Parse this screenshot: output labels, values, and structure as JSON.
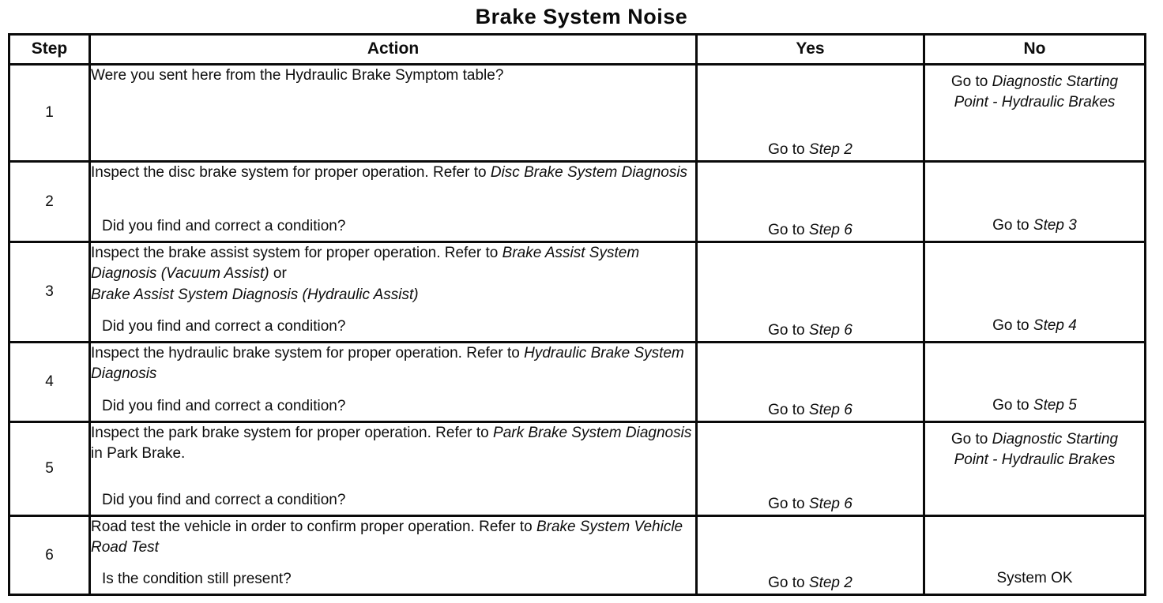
{
  "title": "Brake System Noise",
  "columns": [
    "Step",
    "Action",
    "Yes",
    "No"
  ],
  "rows": [
    {
      "step": "1",
      "action_blocks": [
        [
          {
            "t": "Were you sent here from the Hydraulic Brake Symptom table?"
          }
        ]
      ],
      "question": "",
      "yes": [
        {
          "t": "Go to "
        },
        {
          "t": "Step 2",
          "i": true
        }
      ],
      "no": [
        {
          "t": "Go to "
        },
        {
          "t": "Diagnostic Starting Point - Hydraulic Brakes",
          "i": true
        }
      ],
      "no_align": "top"
    },
    {
      "step": "2",
      "action_blocks": [
        [
          {
            "t": "Inspect the disc brake system for proper operation. Refer to "
          },
          {
            "t": "Disc Brake System Diagnosis",
            "i": true
          }
        ]
      ],
      "question": "Did you find and correct a condition?",
      "yes": [
        {
          "t": "Go to "
        },
        {
          "t": "Step 6",
          "i": true
        }
      ],
      "no": [
        {
          "t": "Go to "
        },
        {
          "t": "Step 3",
          "i": true
        }
      ],
      "no_align": "bottom"
    },
    {
      "step": "3",
      "action_blocks": [
        [
          {
            "t": "Inspect the brake assist system for proper operation. Refer to "
          },
          {
            "t": "Brake Assist System Diagnosis (Vacuum Assist)",
            "i": true
          },
          {
            "t": " or"
          }
        ],
        [
          {
            "t": "Brake Assist System Diagnosis (Hydraulic Assist)",
            "i": true
          }
        ]
      ],
      "question": "Did you find and correct a condition?",
      "yes": [
        {
          "t": "Go to "
        },
        {
          "t": "Step 6",
          "i": true
        }
      ],
      "no": [
        {
          "t": "Go to "
        },
        {
          "t": "Step 4",
          "i": true
        }
      ],
      "no_align": "bottom"
    },
    {
      "step": "4",
      "action_blocks": [
        [
          {
            "t": "Inspect the hydraulic brake system for proper operation. Refer to "
          },
          {
            "t": "Hydraulic Brake System Diagnosis",
            "i": true
          }
        ]
      ],
      "question": "Did you find and correct a condition?",
      "yes": [
        {
          "t": "Go to "
        },
        {
          "t": "Step 6",
          "i": true
        }
      ],
      "no": [
        {
          "t": "Go to "
        },
        {
          "t": "Step 5",
          "i": true
        }
      ],
      "no_align": "bottom"
    },
    {
      "step": "5",
      "action_blocks": [
        [
          {
            "t": "Inspect the park brake system for proper operation. Refer to "
          },
          {
            "t": "Park Brake System Diagnosis",
            "i": true
          },
          {
            "t": " in Park Brake."
          }
        ]
      ],
      "question": "Did you find and correct a condition?",
      "yes": [
        {
          "t": "Go to "
        },
        {
          "t": "Step 6",
          "i": true
        }
      ],
      "no": [
        {
          "t": "Go to "
        },
        {
          "t": "Diagnostic Starting Point - Hydraulic Brakes",
          "i": true
        }
      ],
      "no_align": "top"
    },
    {
      "step": "6",
      "action_blocks": [
        [
          {
            "t": "Road test the vehicle in order to confirm proper operation. Refer to "
          },
          {
            "t": "Brake System Vehicle Road Test",
            "i": true
          }
        ]
      ],
      "question": "Is the condition still present?",
      "yes": [
        {
          "t": "Go to "
        },
        {
          "t": "Step 2",
          "i": true
        }
      ],
      "no": [
        {
          "t": "System OK"
        }
      ],
      "no_align": "bottom"
    }
  ]
}
